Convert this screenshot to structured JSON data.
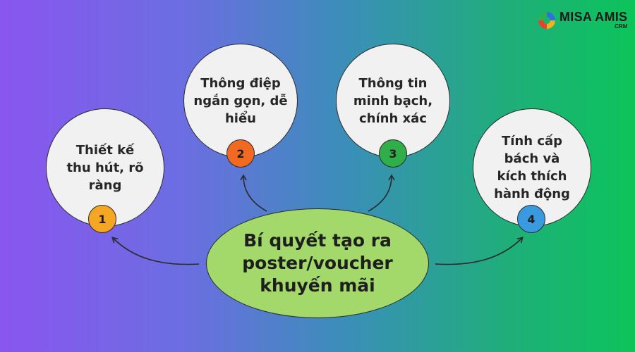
{
  "logo": {
    "name": "MISA AMIS",
    "sub": "CRM"
  },
  "center": {
    "text": "Bí quyết tạo ra\nposter/voucher\nkhuyến mãi",
    "color": "#a3d86a"
  },
  "items": [
    {
      "number": "1",
      "text": "Thiết kế\nthu hút, rõ\nràng",
      "color": "#f5a623"
    },
    {
      "number": "2",
      "text": "Thông điệp\nngắn gọn, dễ\nhiểu",
      "color": "#f26a21"
    },
    {
      "number": "3",
      "text": "Thông tin\nminh bạch,\nchính xác",
      "color": "#2fae4a"
    },
    {
      "number": "4",
      "text": "Tính cấp\nbách và\nkích thích\nhành động",
      "color": "#3a9ae0"
    }
  ]
}
